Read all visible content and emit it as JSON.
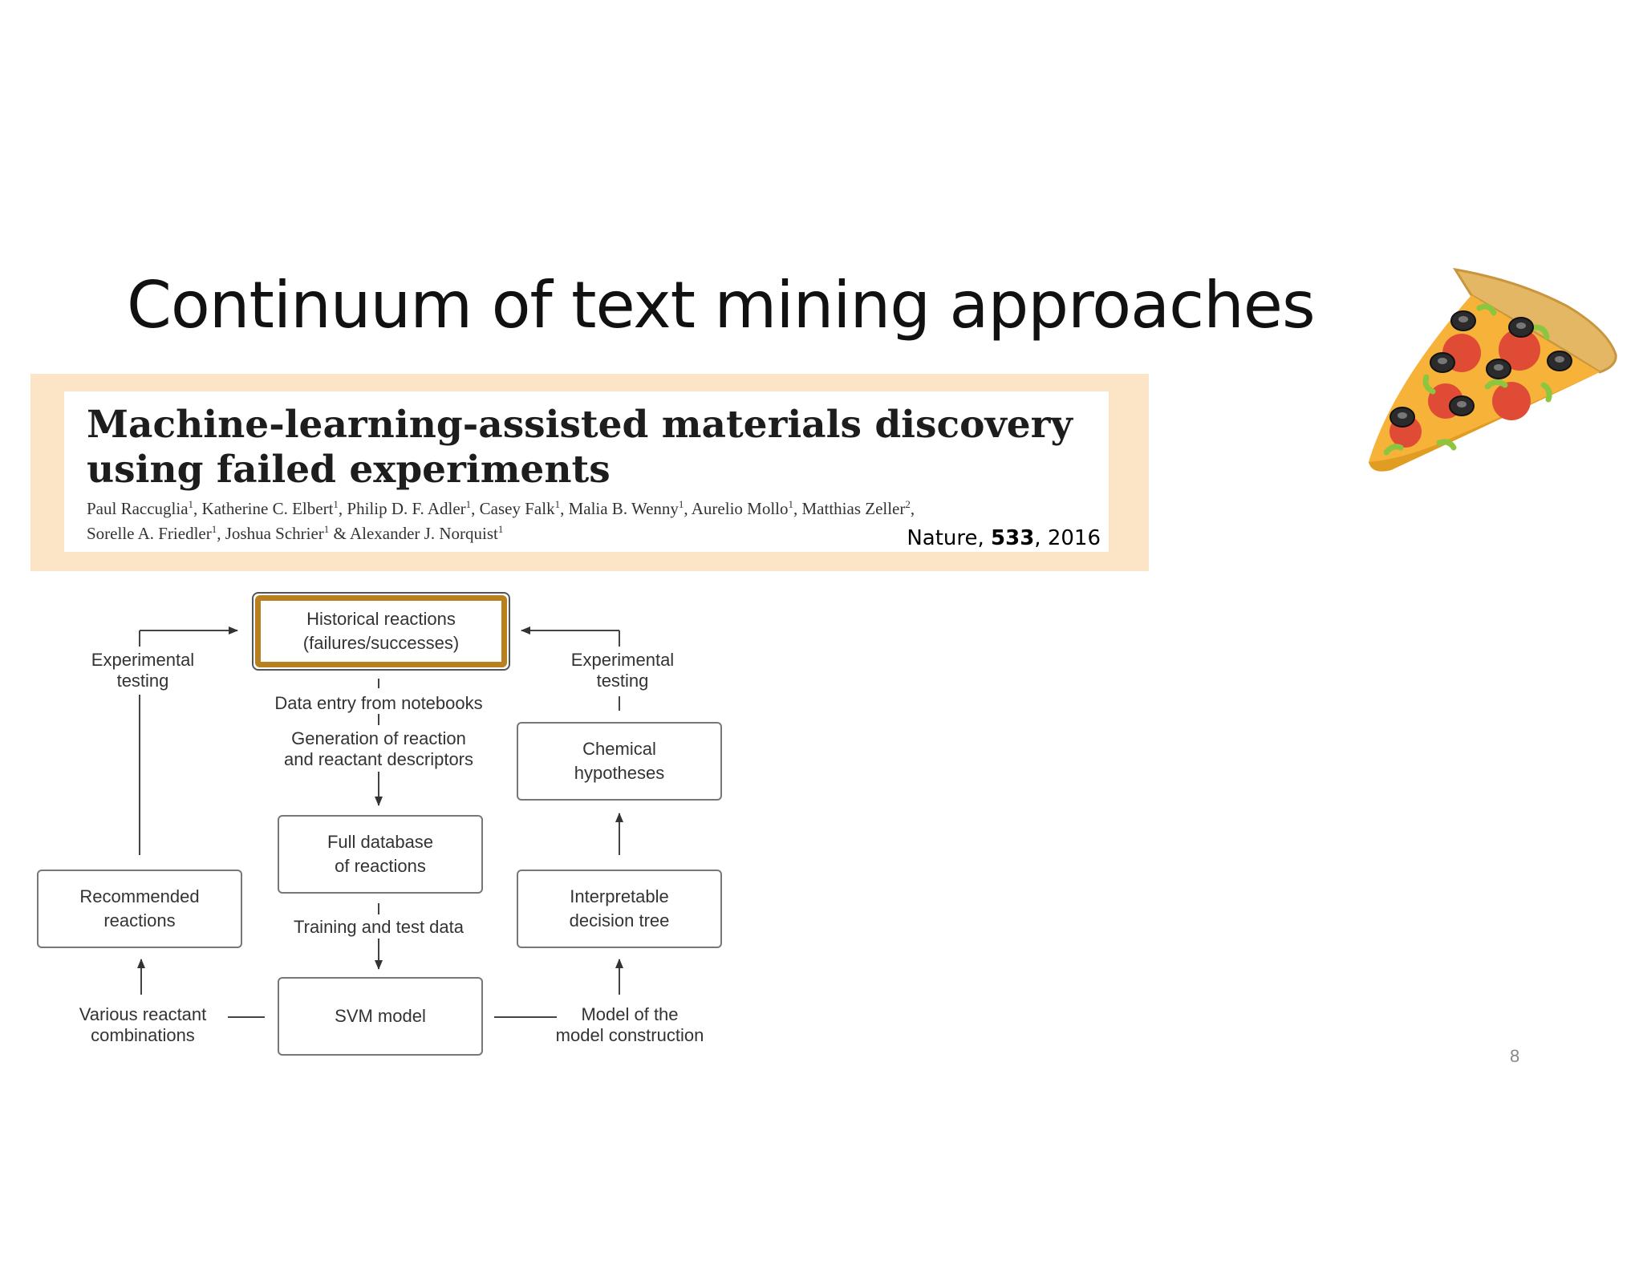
{
  "slide": {
    "title": "Continuum of text mining approaches",
    "page_number": "8"
  },
  "paper": {
    "title_line1": "Machine-learning-assisted materials discovery",
    "title_line2": "using failed experiments",
    "authors_line1": [
      {
        "name": "Paul Raccuglia",
        "sup": "1"
      },
      {
        "name": "Katherine C. Elbert",
        "sup": "1"
      },
      {
        "name": "Philip D. F. Adler",
        "sup": "1"
      },
      {
        "name": "Casey Falk",
        "sup": "1"
      },
      {
        "name": "Malia B. Wenny",
        "sup": "1"
      },
      {
        "name": "Aurelio Mollo",
        "sup": "1"
      },
      {
        "name": "Matthias Zeller",
        "sup": "2"
      }
    ],
    "authors_line2": [
      {
        "name": "Sorelle A. Friedler",
        "sup": "1"
      },
      {
        "name": "Joshua Schrier",
        "sup": "1"
      },
      {
        "name": "Alexander J. Norquist",
        "sup": "1"
      }
    ],
    "citation": {
      "journal": "Nature",
      "volume": "533",
      "year": "2016"
    }
  },
  "diagram": {
    "nodes": {
      "historical": {
        "line1": "Historical reactions",
        "line2": "(failures/successes)"
      },
      "chemical": {
        "line1": "Chemical",
        "line2": "hypotheses"
      },
      "full_db": {
        "line1": "Full database",
        "line2": "of reactions"
      },
      "recommended": {
        "line1": "Recommended",
        "line2": "reactions"
      },
      "interpretable": {
        "line1": "Interpretable",
        "line2": "decision tree"
      },
      "svm": {
        "line1": "SVM model"
      }
    },
    "labels": {
      "exp_left": {
        "line1": "Experimental",
        "line2": "testing"
      },
      "exp_right": {
        "line1": "Experimental",
        "line2": "testing"
      },
      "data_entry": "Data entry from notebooks",
      "generation": {
        "line1": "Generation of reaction",
        "line2": "and reactant descriptors"
      },
      "training": "Training and test data",
      "various": {
        "line1": "Various reactant",
        "line2": "combinations"
      },
      "model_of": {
        "line1": "Model of the",
        "line2": "model construction"
      }
    },
    "colors": {
      "highlight": "#b8801e",
      "line": "#444444"
    }
  }
}
